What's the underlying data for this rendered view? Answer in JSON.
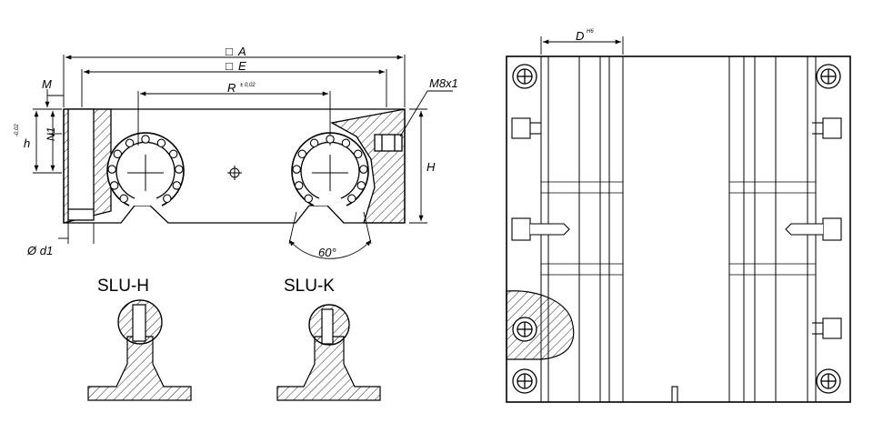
{
  "dimensions": {
    "square_a": "□",
    "a": "A",
    "square_e": "□",
    "e": "E",
    "r": "R",
    "r_tolerance": "± 0,02",
    "m": "M",
    "n1": "N1",
    "h": "h",
    "h_tolerance": "-0,02",
    "m8x1": "M8x1",
    "big_h": "H",
    "d1": "Ø d1",
    "angle": "60°",
    "d": "D",
    "d_fit": "H6"
  },
  "variants": [
    {
      "label": "SLU-H"
    },
    {
      "label": "SLU-K"
    }
  ]
}
